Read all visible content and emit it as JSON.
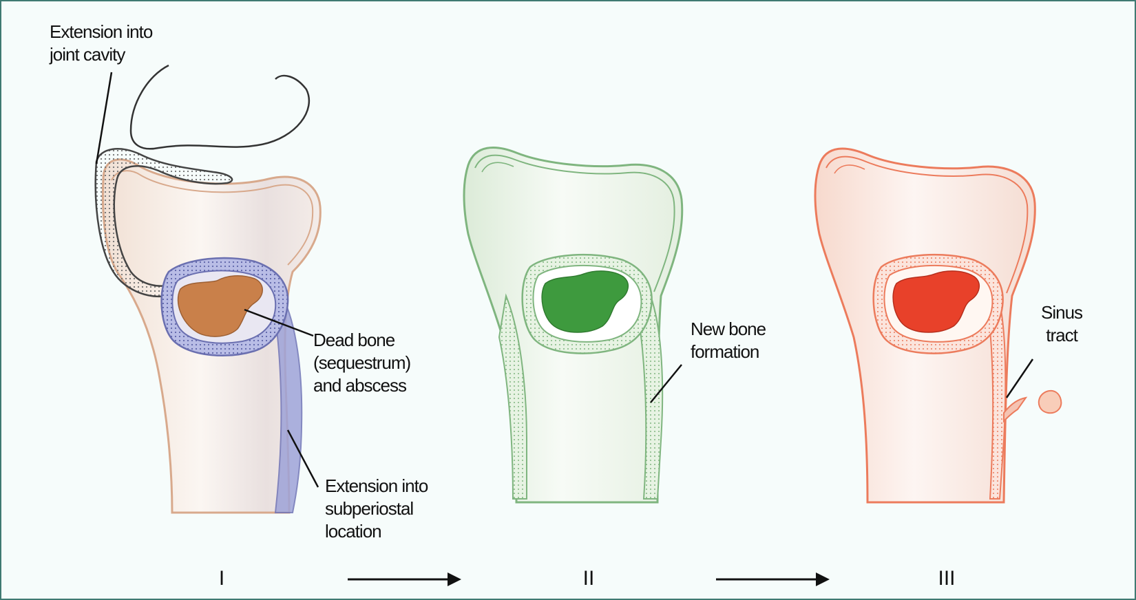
{
  "labels": {
    "joint_cavity": "Extension into\njoint cavity",
    "dead_bone": "Dead bone\n(sequestrum)\nand abscess",
    "subperiosteal": "Extension into\nsubperiostal\nlocation",
    "new_bone": "New bone\nformation",
    "sinus_tract": "Sinus\ntract"
  },
  "stages": [
    "I",
    "II",
    "III"
  ],
  "colors": {
    "stage1_outline": "#d8a98c",
    "stage1_sequestrum": "#c9804a",
    "stage1_abscess": "#8b8fc6",
    "stage2_outline": "#7fb57f",
    "stage2_sequestrum": "#3e9a3e",
    "stage3_outline": "#ec7b5c",
    "stage3_sequestrum": "#e8412a",
    "frame": "#3f7a72"
  }
}
